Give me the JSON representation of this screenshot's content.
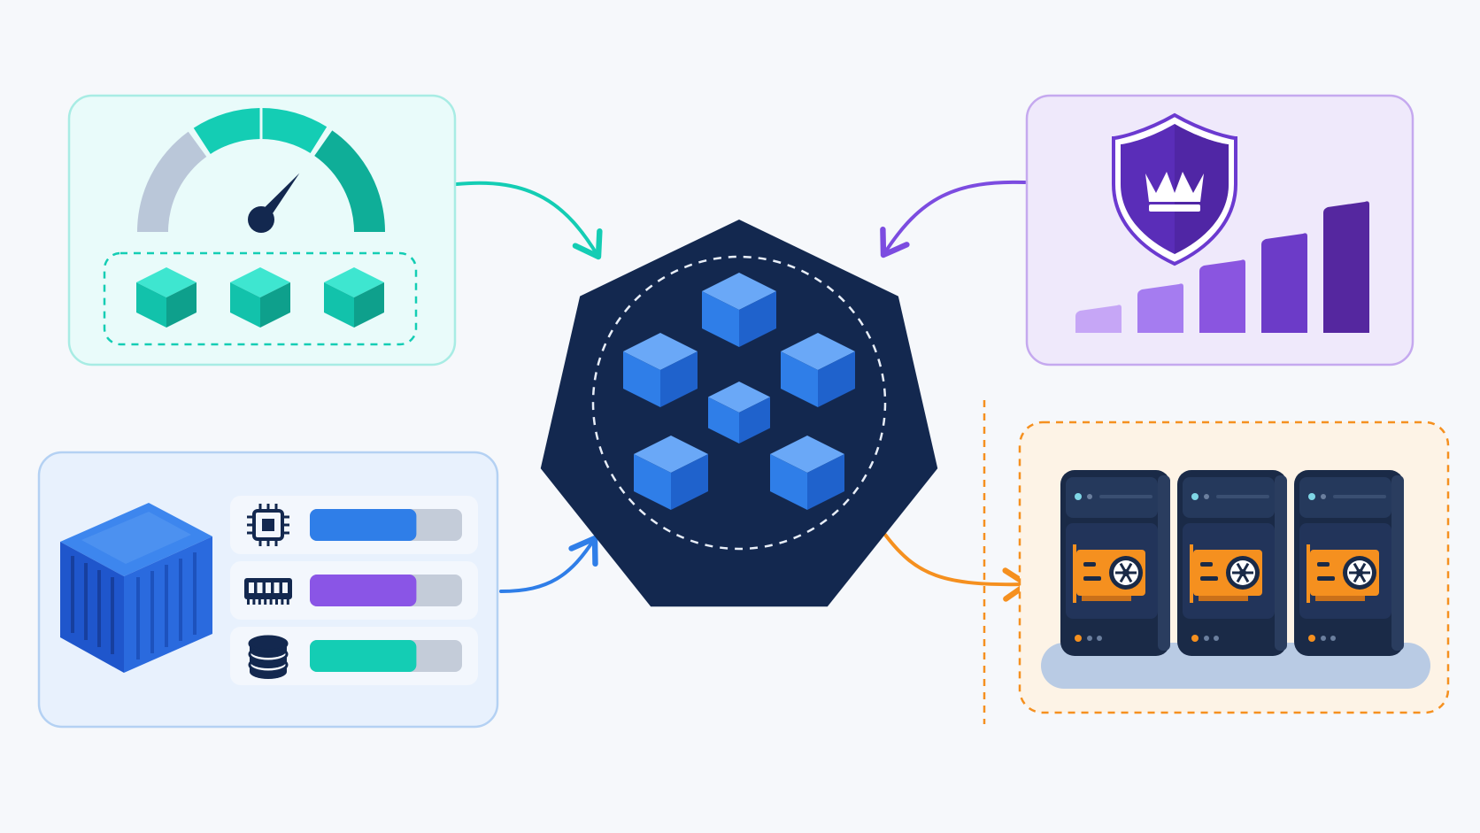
{
  "colors": {
    "background": "#f6f8fb",
    "teal": "#14cdb4",
    "teal_dark": "#0fae98",
    "teal_panel_bg": "#e9fbfa",
    "teal_panel_border": "#a8ece4",
    "blue": "#2f7ee8",
    "blue_dark": "#1f4fc4",
    "blue_panel_bg": "#e8f1fd",
    "blue_panel_border": "#b4d1f3",
    "purple": "#7c4ce0",
    "purple_dark": "#55279f",
    "purple_panel_bg": "#efe9fb",
    "purple_panel_border": "#c5a9ef",
    "orange": "#f5901f",
    "orange_panel_bg": "#fdf3e6",
    "navy": "#13284f",
    "grey_track": "#c4ccd9"
  },
  "autoscaling_panel": {
    "icons": [
      "speedometer-icon",
      "pod-cube-icon"
    ],
    "gauge_level": 0.72,
    "replica_count": 3
  },
  "resource_panel": {
    "icons": [
      "shipping-container-icon",
      "cpu-chip-icon",
      "memory-ram-icon",
      "storage-database-icon"
    ],
    "usage": [
      {
        "resource": "cpu",
        "icon": "cpu-chip-icon",
        "level": 0.7,
        "color": "#2f7ee8"
      },
      {
        "resource": "memory",
        "icon": "memory-ram-icon",
        "level": 0.7,
        "color": "#8a55e6"
      },
      {
        "resource": "storage",
        "icon": "storage-database-icon",
        "level": 0.7,
        "color": "#14cdb4"
      }
    ]
  },
  "priority_panel": {
    "icons": [
      "shield-crown-icon",
      "ascending-bars-icon"
    ],
    "bar_levels": [
      0.22,
      0.38,
      0.56,
      0.76,
      1.0
    ],
    "bar_colors": [
      "#c6a6f6",
      "#a57cf0",
      "#8a55e0",
      "#6c3bc8",
      "#55279f"
    ]
  },
  "gpu_panel": {
    "icons": [
      "server-rack-icon",
      "gpu-card-icon"
    ],
    "server_count": 3
  },
  "center_hub": {
    "icon": "heptagon-cluster-icon",
    "cube_count": 6
  }
}
